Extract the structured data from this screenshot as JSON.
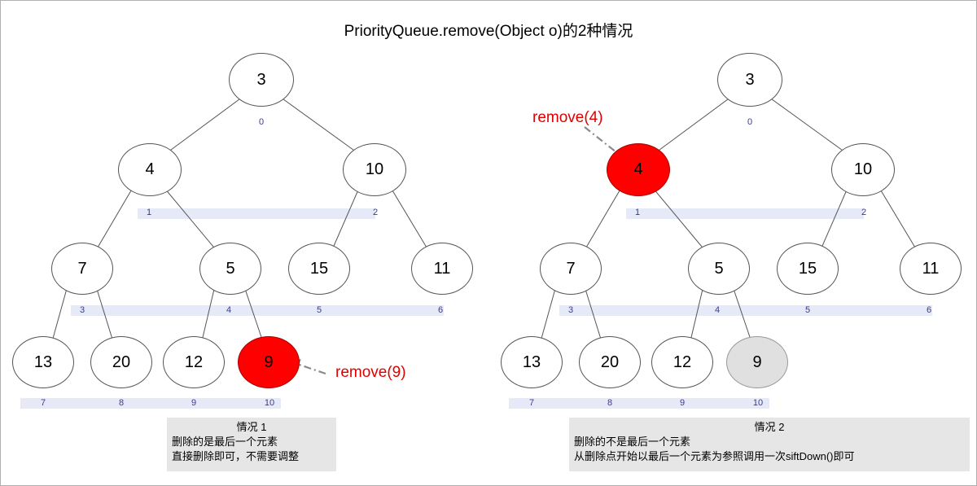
{
  "title": "PriorityQueue.remove(Object o)的2种情况",
  "colors": {
    "highlight_red": "#fe0000",
    "index_text": "#3a3a8c",
    "band": "#e6e9f8",
    "caption_bg": "#e6e6e6",
    "node_stroke": "#555555",
    "grey_node": "#e0e0e0"
  },
  "left": {
    "nodes": [
      {
        "label": "3",
        "index": "0",
        "state": "normal"
      },
      {
        "label": "4",
        "index": "1",
        "state": "normal"
      },
      {
        "label": "10",
        "index": "2",
        "state": "normal"
      },
      {
        "label": "7",
        "index": "3",
        "state": "normal"
      },
      {
        "label": "5",
        "index": "4",
        "state": "normal"
      },
      {
        "label": "15",
        "index": "5",
        "state": "normal"
      },
      {
        "label": "11",
        "index": "6",
        "state": "normal"
      },
      {
        "label": "13",
        "index": "7",
        "state": "normal"
      },
      {
        "label": "20",
        "index": "8",
        "state": "normal"
      },
      {
        "label": "12",
        "index": "9",
        "state": "normal"
      },
      {
        "label": "9",
        "index": "10",
        "state": "red"
      }
    ],
    "annotation": "remove(9)",
    "caption": {
      "title": "情况 1",
      "line1": "删除的是最后一个元素",
      "line2": "直接删除即可，不需要调整"
    }
  },
  "right": {
    "nodes": [
      {
        "label": "3",
        "index": "0",
        "state": "normal"
      },
      {
        "label": "4",
        "index": "1",
        "state": "red"
      },
      {
        "label": "10",
        "index": "2",
        "state": "normal"
      },
      {
        "label": "7",
        "index": "3",
        "state": "normal"
      },
      {
        "label": "5",
        "index": "4",
        "state": "normal"
      },
      {
        "label": "15",
        "index": "5",
        "state": "normal"
      },
      {
        "label": "11",
        "index": "6",
        "state": "normal"
      },
      {
        "label": "13",
        "index": "7",
        "state": "normal"
      },
      {
        "label": "20",
        "index": "8",
        "state": "normal"
      },
      {
        "label": "12",
        "index": "9",
        "state": "normal"
      },
      {
        "label": "9",
        "index": "10",
        "state": "grey"
      }
    ],
    "annotation": "remove(4)",
    "caption": {
      "title": "情况 2",
      "line1": "删除的不是最后一个元素",
      "line2": "从删除点开始以最后一个元素为参照调用一次siftDown()即可"
    }
  }
}
